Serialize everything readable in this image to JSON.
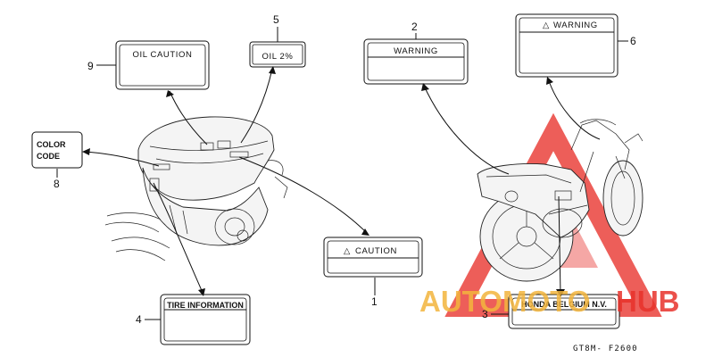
{
  "labels": {
    "l1": {
      "callout": "1",
      "text": "CAUTION"
    },
    "l2": {
      "callout": "2",
      "text": "WARNING"
    },
    "l3": {
      "callout": "3",
      "text": "HONDA BELGIUM N.V."
    },
    "l4": {
      "callout": "4",
      "text": "TIRE INFORMATION"
    },
    "l5": {
      "callout": "5",
      "text": "OIL 2%"
    },
    "l6": {
      "callout": "6",
      "text": "WARNING"
    },
    "l8": {
      "callout": "8",
      "text_line1": "COLOR",
      "text_line2": "CODE"
    },
    "l9": {
      "callout": "9",
      "text": "OIL CAUTION"
    }
  },
  "warning_symbol": "△",
  "diagram_code": "GT8M- F2600",
  "watermark": {
    "part1": "AUTO",
    "part2": "MOTO",
    "part3": "HUB",
    "color_primary": "#e8322b",
    "color_secondary": "#f3b53d"
  }
}
